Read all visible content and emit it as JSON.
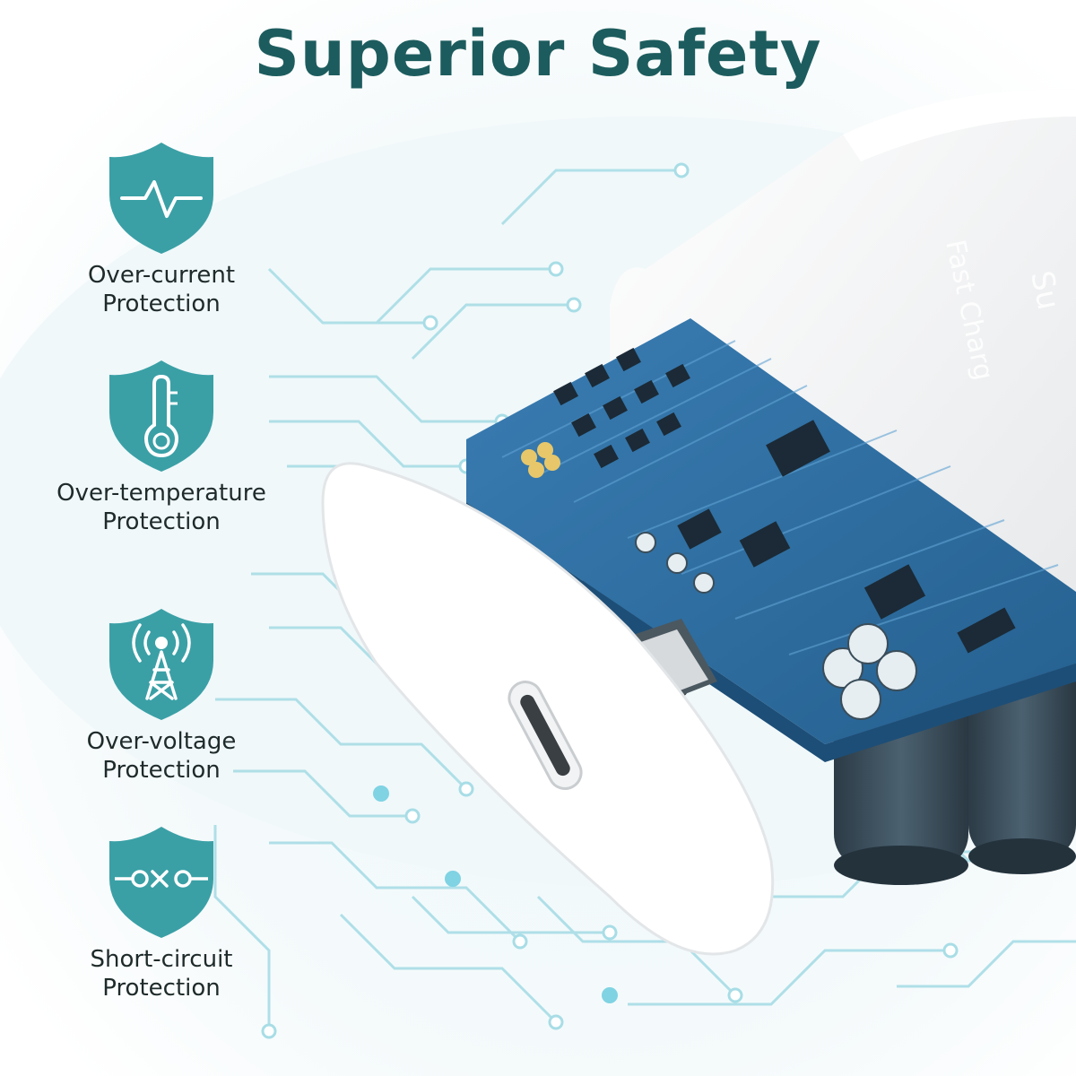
{
  "title": "Superior Safety",
  "colors": {
    "title": "#1d5c5e",
    "shield": "#3aa0a6",
    "circuit": "#a8dde6",
    "board": "#2f6fa3",
    "capacitor": "#3a4d5a",
    "charger": "#f4f5f6"
  },
  "device": {
    "brand_text_line1": "Su",
    "brand_text_line2": "Fast Charg"
  },
  "features": [
    {
      "icon": "pulse-icon",
      "line1": "Over-current",
      "line2": "Protection"
    },
    {
      "icon": "thermometer-icon",
      "line1": "Over-temperature",
      "line2": "Protection"
    },
    {
      "icon": "signal-tower-icon",
      "line1": "Over-voltage",
      "line2": "Protection"
    },
    {
      "icon": "circuit-resistor-icon",
      "line1": "Short-circuit",
      "line2": "Protection"
    }
  ]
}
